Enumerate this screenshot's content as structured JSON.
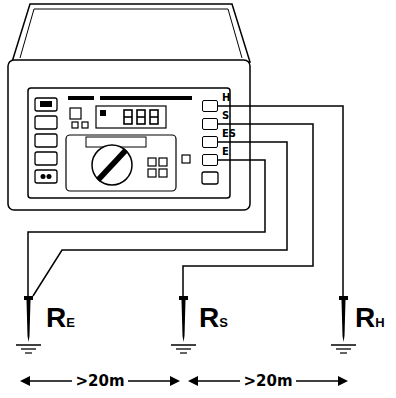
{
  "diagram": {
    "nodes": [
      {
        "text": [
          "H"
        ]
      },
      {
        "text": [
          "S"
        ]
      },
      {
        "text": [
          "ES"
        ]
      },
      {
        "text": [
          "E"
        ]
      },
      {
        "text": [
          "RE"
        ]
      },
      {
        "text": [
          "RS"
        ]
      },
      {
        "text": [
          "RH"
        ]
      }
    ],
    "edges": [
      {
        "from": 0,
        "to": 6,
        "arrow": "none"
      },
      {
        "from": 1,
        "to": 5,
        "arrow": "none"
      },
      {
        "from": 2,
        "to": 4,
        "arrow": "none"
      },
      {
        "from": 3,
        "to": 4,
        "arrow": "none"
      }
    ],
    "labels": [
      ">20m",
      ">20m"
    ]
  }
}
